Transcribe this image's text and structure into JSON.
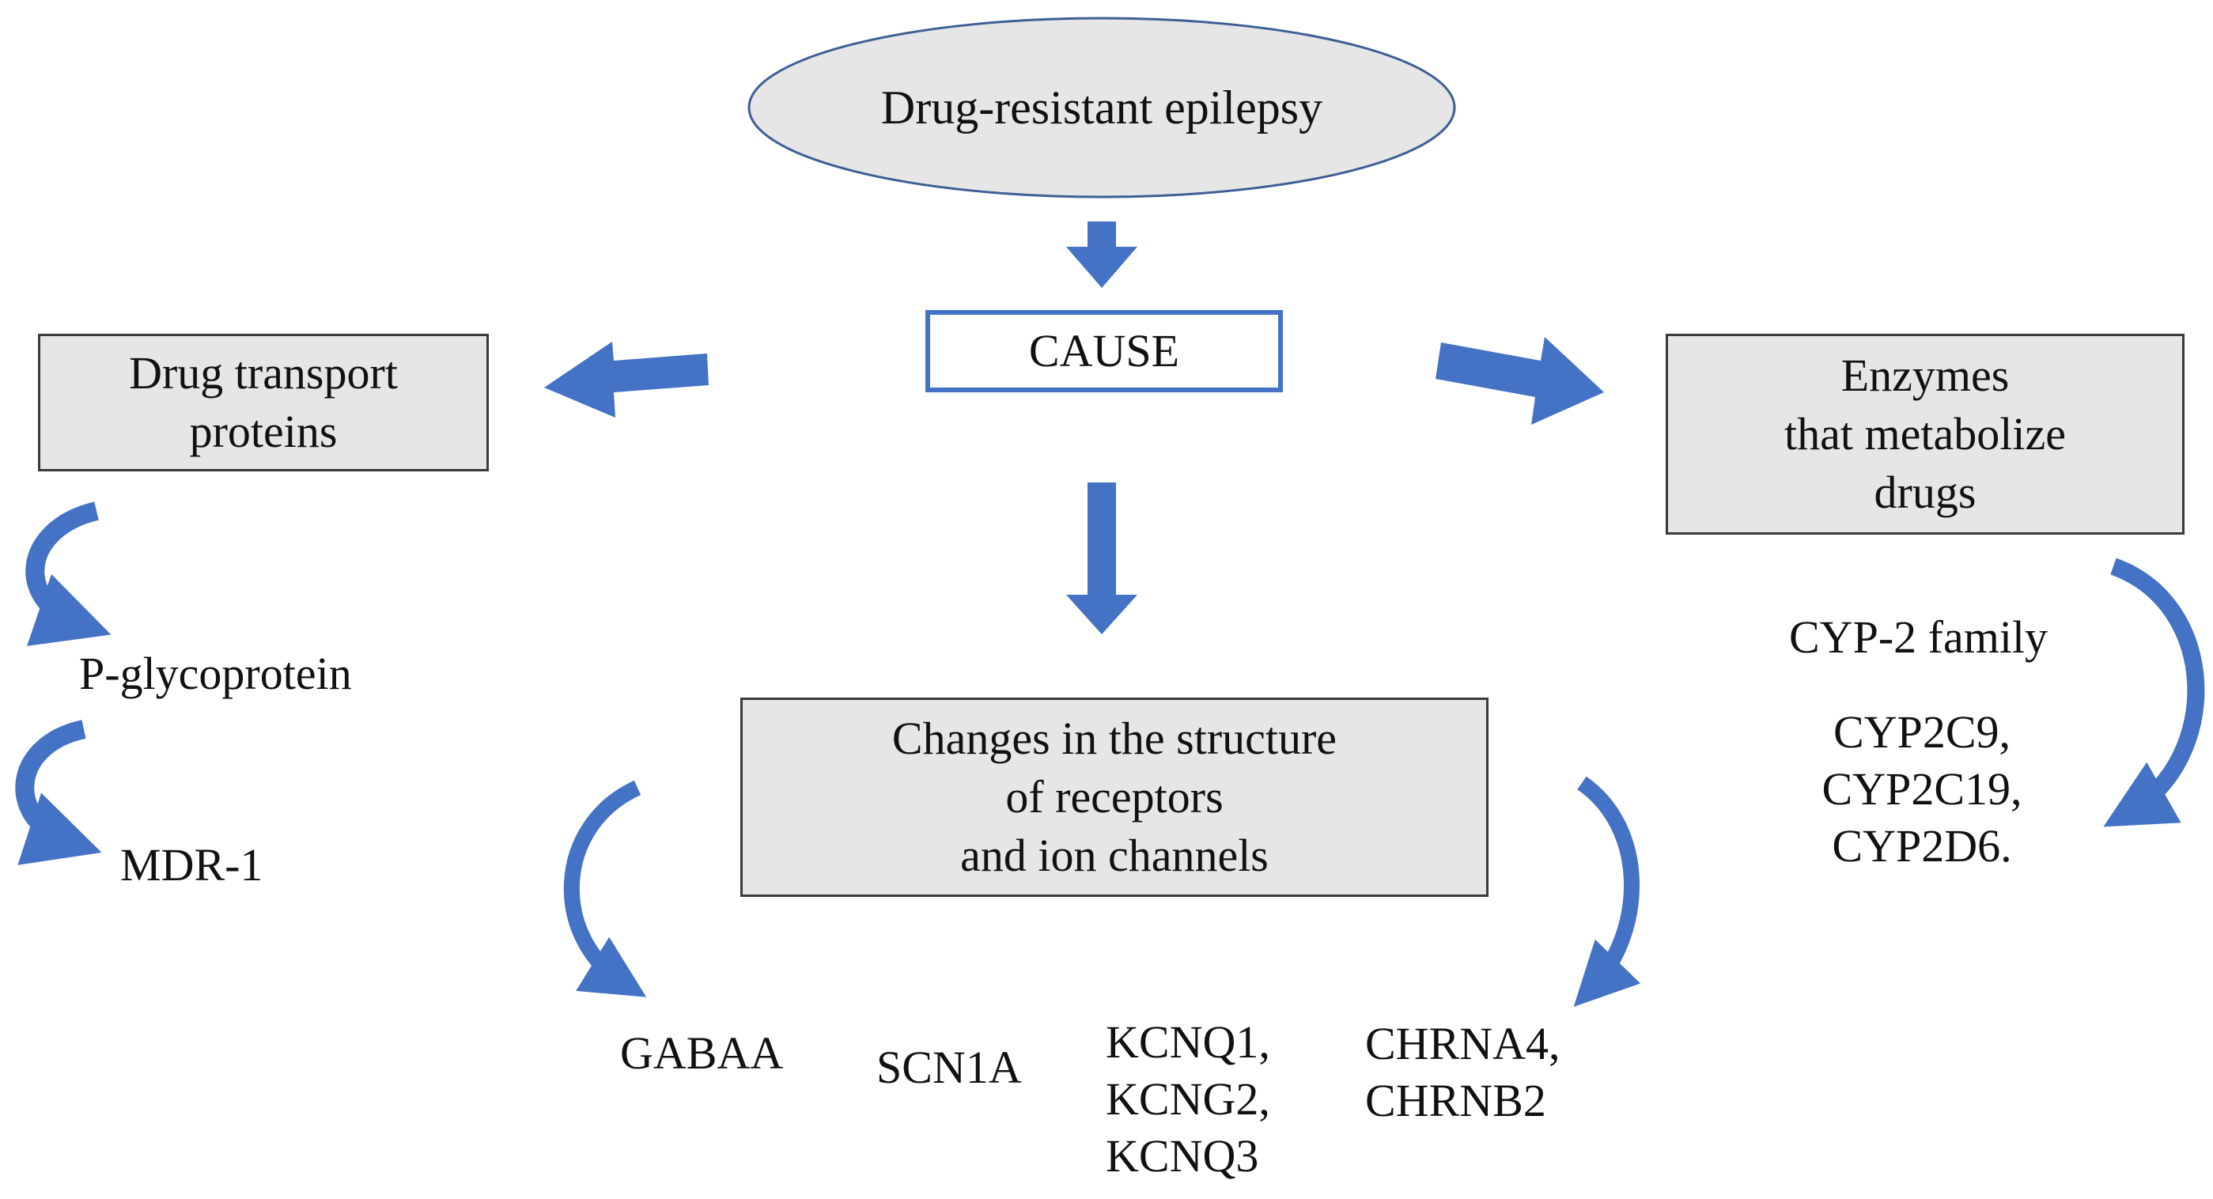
{
  "title": "Drug-resistant epilepsy",
  "cause": "CAUSE",
  "left_box": {
    "lines": [
      "Drug transport",
      "proteins"
    ]
  },
  "right_box": {
    "lines": [
      "Enzymes",
      "that metabolize",
      "drugs"
    ]
  },
  "center_box": {
    "lines": [
      "Changes in the structure",
      "of receptors",
      "and ion channels"
    ]
  },
  "left_items": [
    "P-glycoprotein",
    "MDR-1"
  ],
  "right_items": {
    "family": "CYP-2 family",
    "members": [
      "CYP2C9,",
      "CYP2C19,",
      "CYP2D6."
    ]
  },
  "bottom_items": {
    "gabaa": "GABAA",
    "scn1a": "SCN1A",
    "kcnq": [
      "KCNQ1,",
      "KCNG2,",
      "KCNQ3"
    ],
    "chrn": [
      "CHRNA4,",
      "CHRNB2"
    ]
  },
  "colors": {
    "arrow": "#4472c4",
    "ellipse_fill": "#e6e6e6",
    "ellipse_stroke": "#3d5f97",
    "box_fill": "#e6e6e6",
    "cause_border": "#4472c4"
  },
  "icons": {
    "straight_arrows": "block-arrow-icon",
    "curved_arrows": "curved-arrow-icon"
  }
}
